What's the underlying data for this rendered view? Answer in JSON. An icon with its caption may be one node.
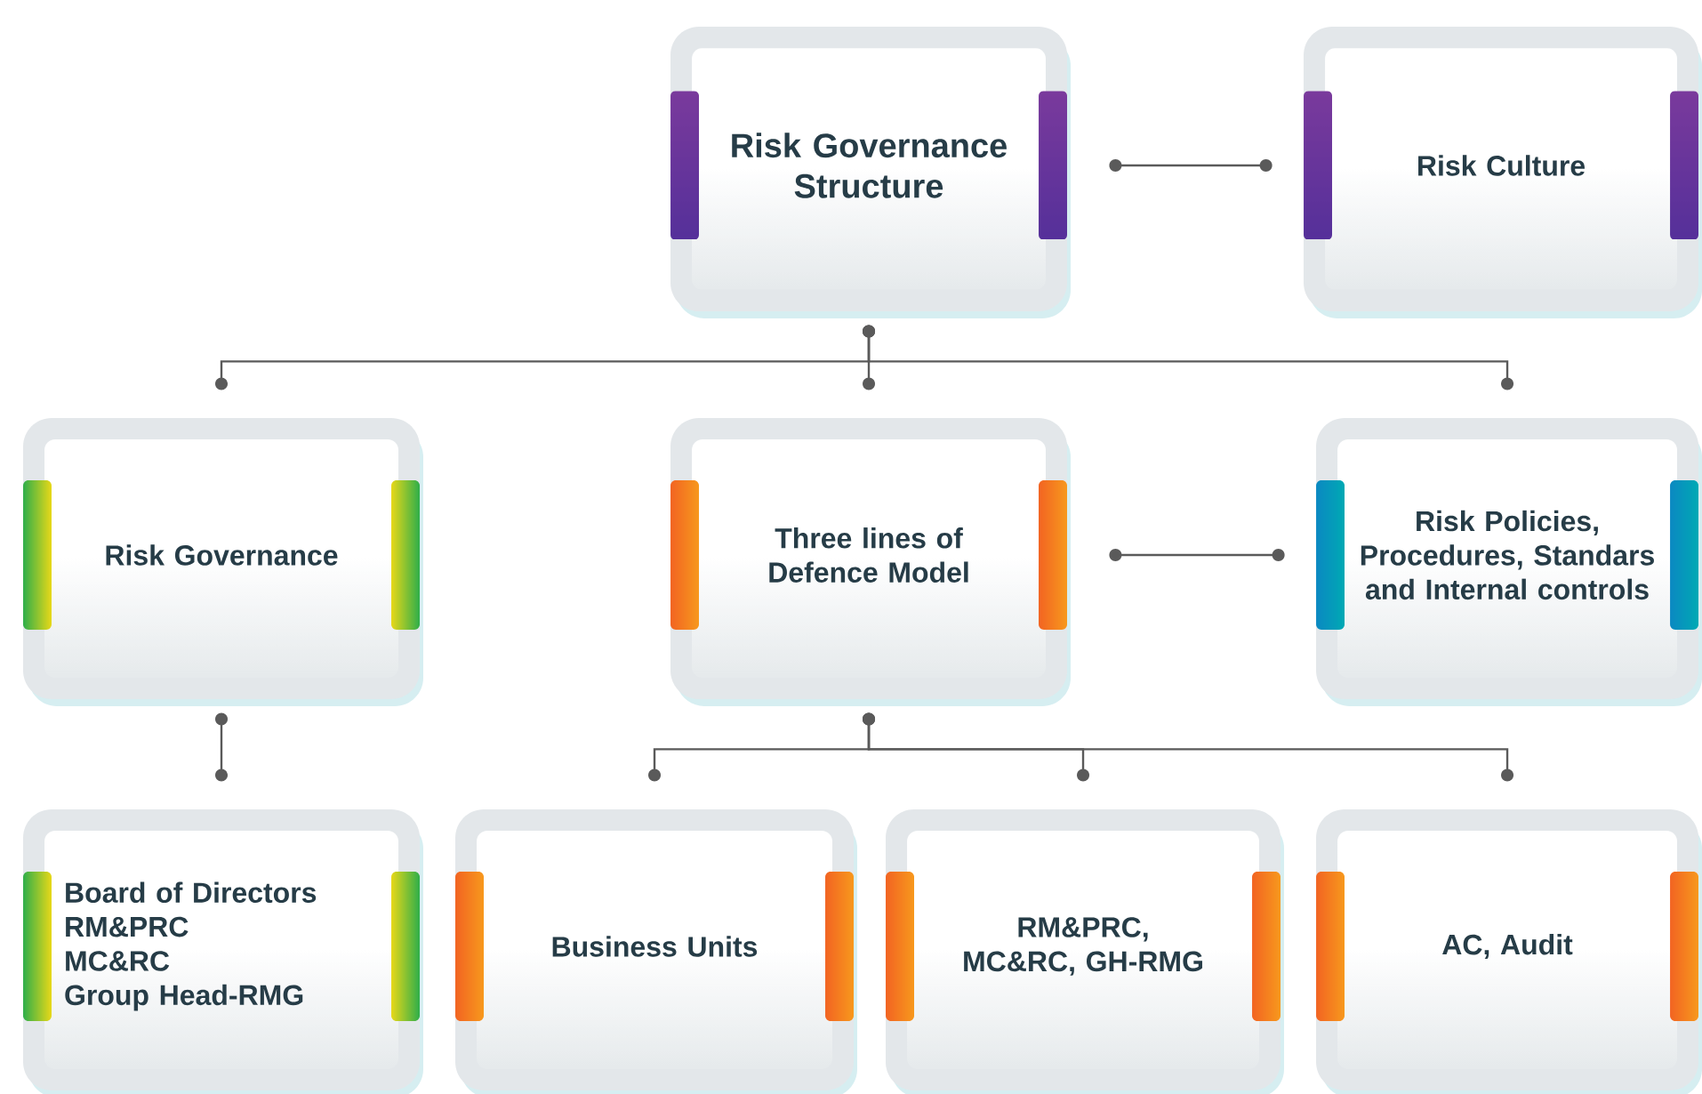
{
  "diagram": {
    "nodes": [
      {
        "text": [
          "Risk Governance Structure"
        ]
      },
      {
        "text": [
          "Risk Culture"
        ]
      },
      {
        "text": [
          "Risk Governance"
        ]
      },
      {
        "text": [
          "Three lines of Defence Model"
        ]
      },
      {
        "text": [
          "Risk Policies, Procedures, Standars and Internal controls"
        ]
      },
      {
        "text": [
          "Board of Directors",
          "RM&PRC",
          "MC&RC",
          "Group Head-RMG"
        ]
      },
      {
        "text": [
          "Business Units"
        ]
      },
      {
        "text": [
          "RM&PRC, MC&RC, GH-RMG"
        ]
      },
      {
        "text": [
          "AC, Audit"
        ]
      }
    ],
    "edges": [
      {
        "from": 0,
        "to": 1,
        "arrow": "other"
      },
      {
        "from": 0,
        "to": 2,
        "arrow": "other"
      },
      {
        "from": 0,
        "to": 3,
        "arrow": "other"
      },
      {
        "from": 0,
        "to": 4,
        "arrow": "other"
      },
      {
        "from": 3,
        "to": 4,
        "arrow": "other"
      },
      {
        "from": 2,
        "to": 5,
        "arrow": "other"
      },
      {
        "from": 3,
        "to": 6,
        "arrow": "other"
      },
      {
        "from": 3,
        "to": 7,
        "arrow": "other"
      },
      {
        "from": 3,
        "to": 8,
        "arrow": "other"
      }
    ]
  }
}
